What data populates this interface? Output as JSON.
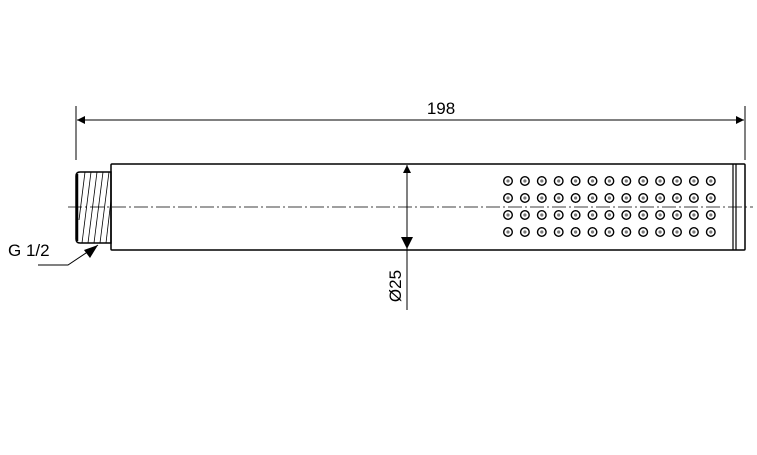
{
  "drawing": {
    "overall_length_label": "198",
    "diameter_label": "Ø25",
    "thread_label": "G 1/2",
    "nozzle_grid": {
      "rows": 4,
      "columns": 13
    },
    "line_color": "#000000"
  }
}
